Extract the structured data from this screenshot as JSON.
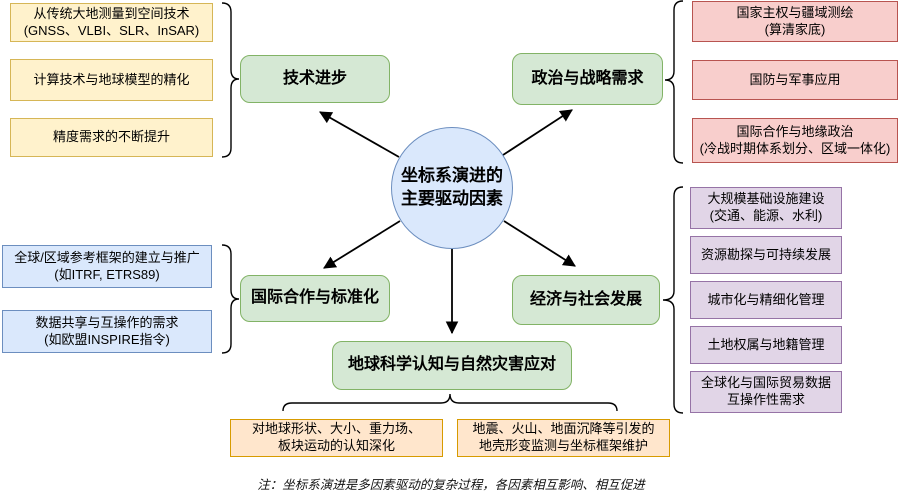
{
  "center": {
    "label": "坐标系演进的\n主要驱动因素"
  },
  "hubs": {
    "technology": {
      "label": "技术进步"
    },
    "politics": {
      "label": "政治与战略需求"
    },
    "cooperation": {
      "label": "国际合作与标准化"
    },
    "economy": {
      "label": "经济与社会发展"
    },
    "earth_science": {
      "label": "地球科学认知与自然灾害应对"
    }
  },
  "leaves": {
    "technology": [
      "从传统大地测量到空间技术\n(GNSS、VLBI、SLR、InSAR)",
      "计算技术与地球模型的精化",
      "精度需求的不断提升"
    ],
    "politics": [
      "国家主权与疆域测绘\n(算清家底)",
      "国防与军事应用",
      "国际合作与地缘政治\n(冷战时期体系划分、区域一体化)"
    ],
    "cooperation": [
      "全球/区域参考框架的建立与推广\n(如ITRF, ETRS89)",
      "数据共享与互操作的需求\n(如欧盟INSPIRE指令)"
    ],
    "economy": [
      "大规模基础设施建设\n(交通、能源、水利)",
      "资源勘探与可持续发展",
      "城市化与精细化管理",
      "土地权属与地籍管理",
      "全球化与国际贸易数据\n互操作性需求"
    ],
    "earth_science": [
      "对地球形状、大小、重力场、\n板块运动的认知深化",
      "地震、火山、地面沉降等引发的\n地壳形变监测与坐标框架维护"
    ]
  },
  "note": "注：坐标系演进是多因素驱动的复杂过程，各因素相互影响、相互促进",
  "palette": {
    "yellow_fill": "#FFF2CC",
    "yellow_stroke": "#D6B656",
    "green_fill": "#D5E8D4",
    "green_stroke": "#82B366",
    "red_fill": "#F8CECC",
    "red_stroke": "#B85450",
    "blue_fill": "#DAE8FC",
    "blue_stroke": "#6C8EBF",
    "purple_fill": "#E1D5E7",
    "purple_stroke": "#9673A6",
    "orange_fill": "#FFE6CC",
    "orange_stroke": "#D79B00",
    "line": "#000000"
  }
}
